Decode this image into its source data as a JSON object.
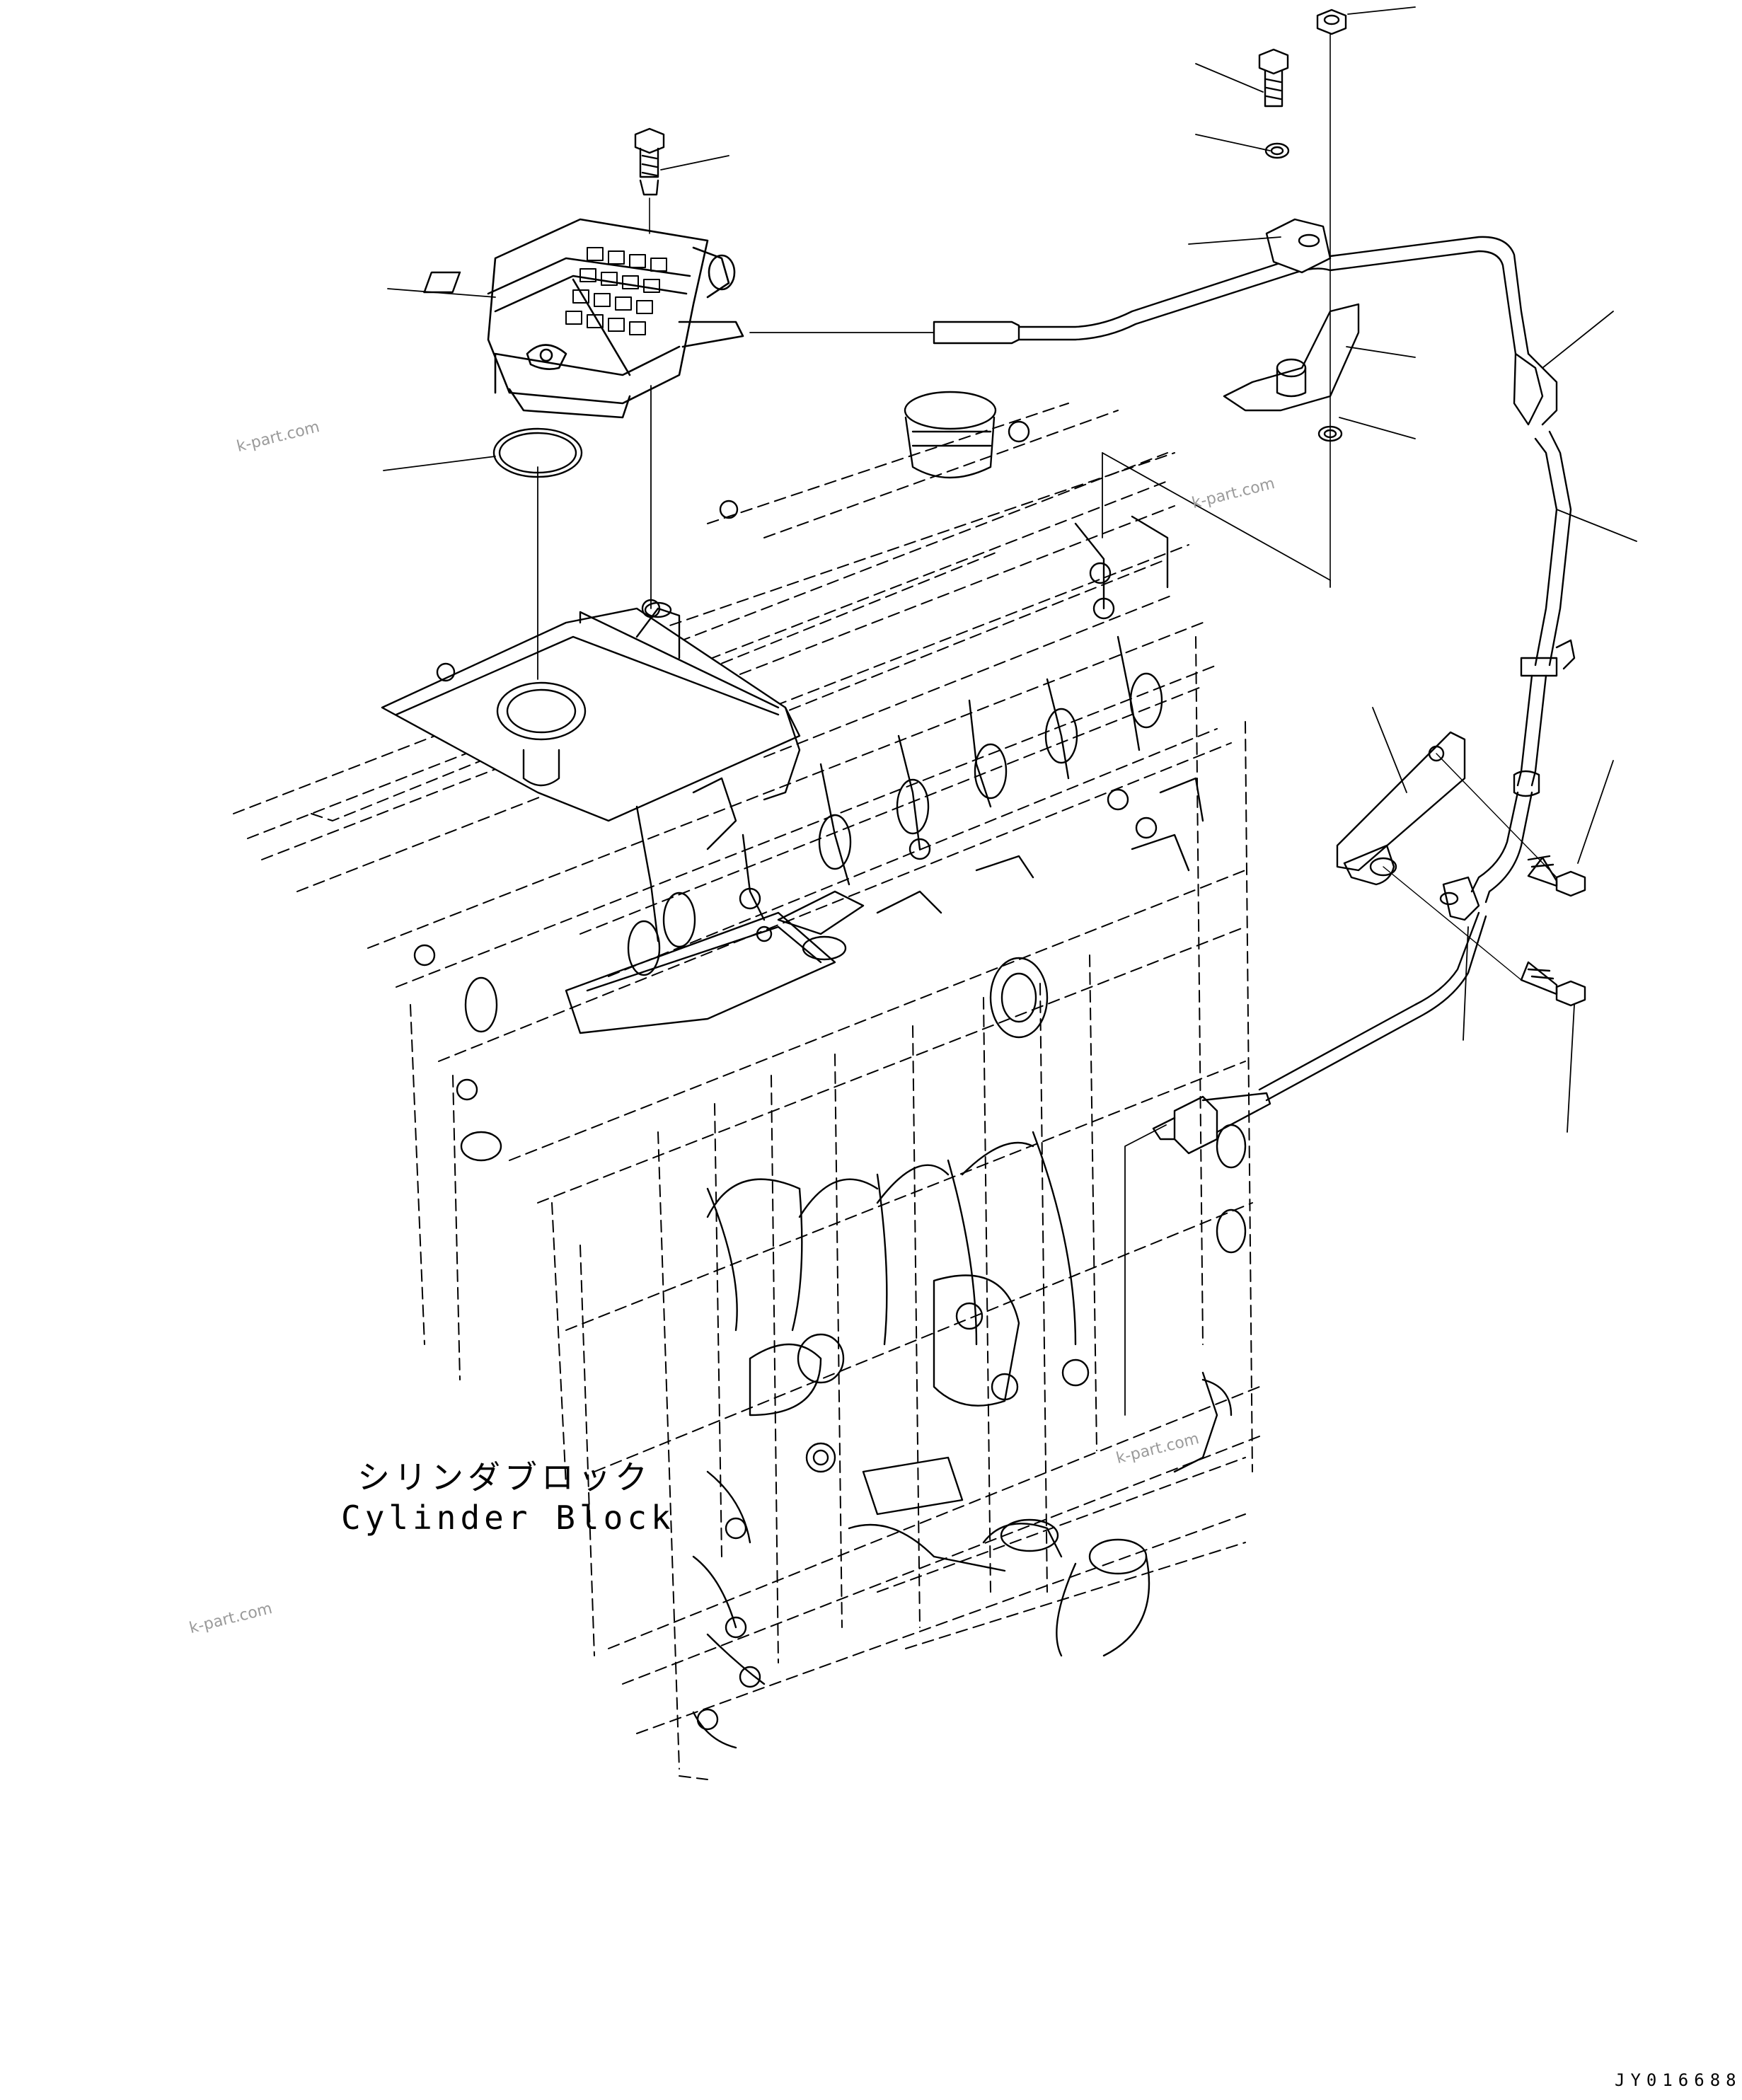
{
  "caption": {
    "jp": "シリンダブロック",
    "en": "Cylinder Block"
  },
  "watermark": "k-part.com",
  "document_id": "JY016688",
  "colors": {
    "line": "#000000",
    "watermark": "#9a9a9a",
    "background": "#ffffff"
  }
}
